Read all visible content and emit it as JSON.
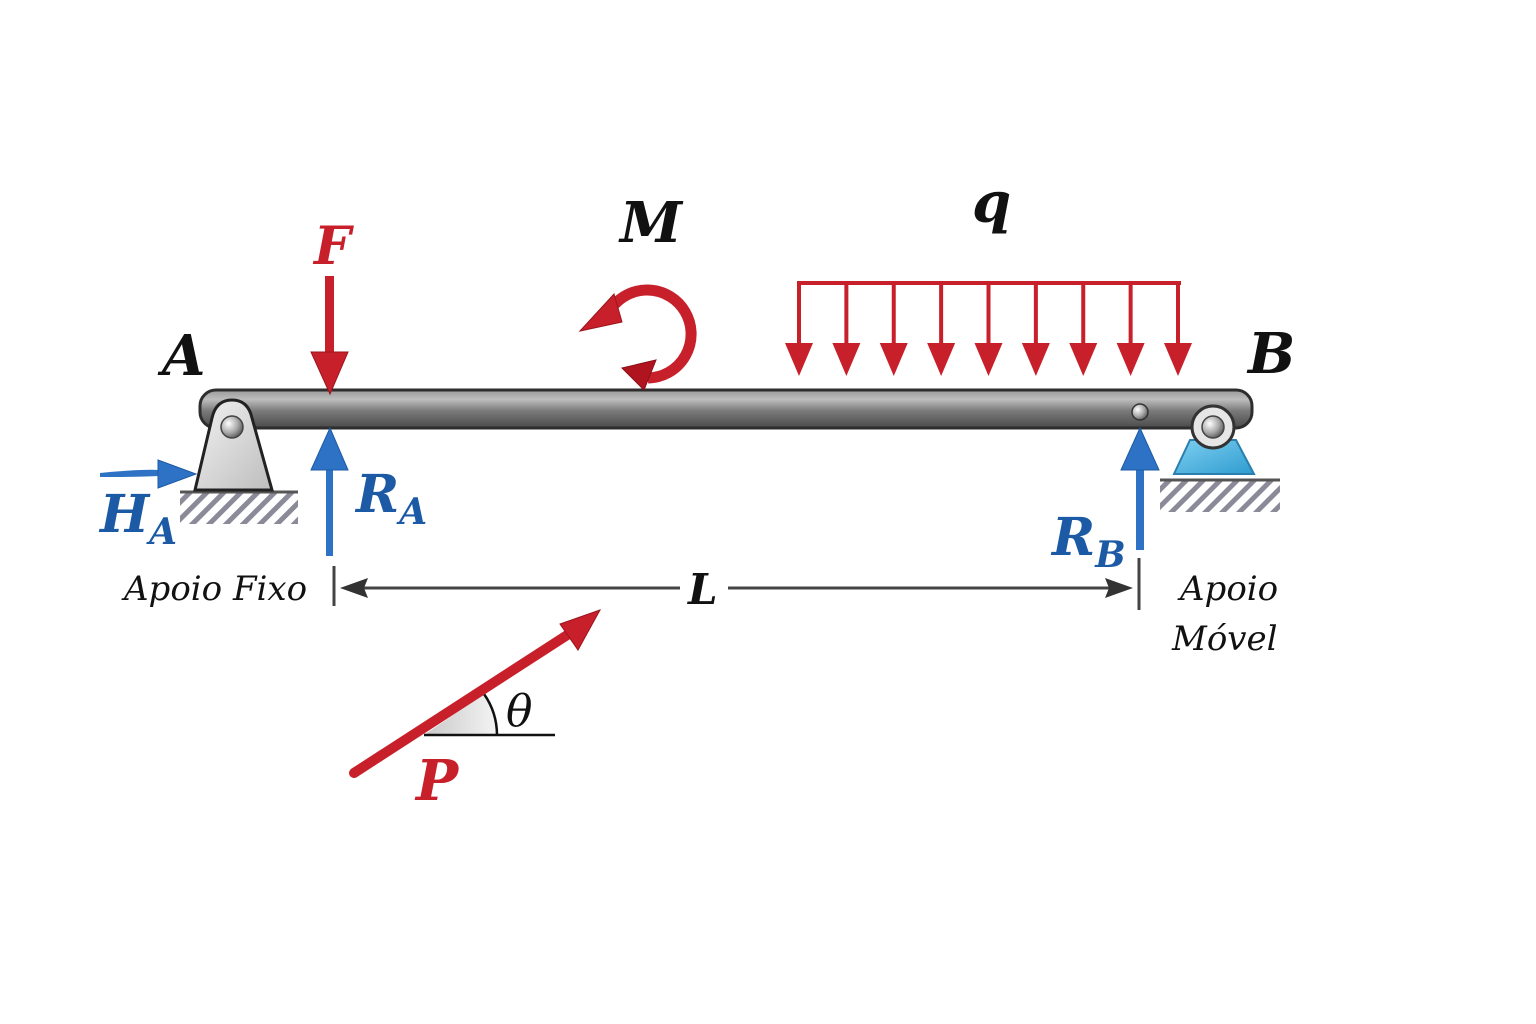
{
  "title": "Viga biapoiada com cargas",
  "colors": {
    "load_red": "#c8202b",
    "reaction_blue": "#2d72c4",
    "label_blue": "#1d5aa6",
    "beam_gray": "#6e6e6e",
    "roller_support_blue": "#4bb3e0",
    "pin_support_gray": "#d8d8d8",
    "text_black": "#111111",
    "dimension_gray": "#444444"
  },
  "labels": {
    "point_a": "A",
    "point_b": "B",
    "force_f": "F",
    "moment_m": "M",
    "distributed_q": "q",
    "reaction_ra_main": "R",
    "reaction_ra_sub": "A",
    "reaction_rb_main": "R",
    "reaction_rb_sub": "B",
    "reaction_ha_main": "H",
    "reaction_ha_sub": "A",
    "length_l": "L",
    "inclined_p": "P",
    "angle_theta": "θ"
  },
  "supports": {
    "fixed_caption": "Apoio Fixo",
    "movable_caption_line1": "Apoio",
    "movable_caption_line2": "Móvel"
  },
  "distributed_load": {
    "arrow_count": 9,
    "direction": "down"
  },
  "moment": {
    "direction": "counterclockwise"
  }
}
